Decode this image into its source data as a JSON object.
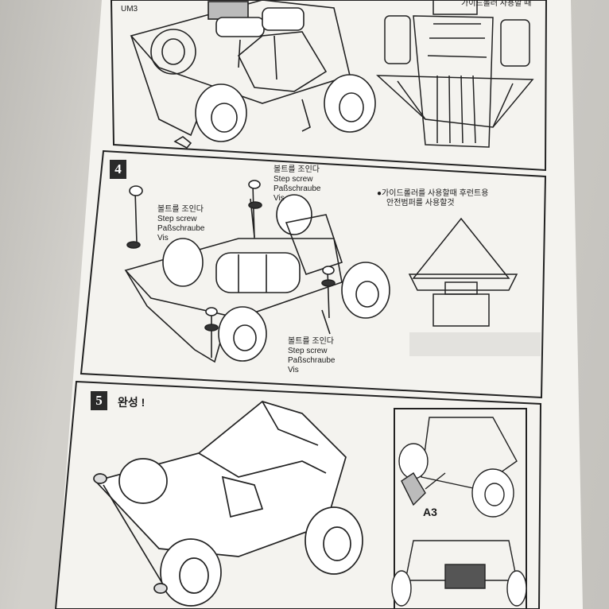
{
  "top": {
    "part_code": "UM3",
    "header_fragment": "가이드롤러 사용할 때"
  },
  "step4": {
    "number": "4",
    "label_top": [
      "볼트를 조인다",
      "Step screw",
      "Paßschraube",
      "Vis"
    ],
    "label_left": [
      "볼트를 조인다",
      "Step screw",
      "Paßschraube",
      "Vis"
    ],
    "label_bottom": [
      "볼트를 조인다",
      "Step screw",
      "Paßschraube",
      "Vis"
    ],
    "note": [
      "●가이드롤러를 사용할때 후런트용",
      "안전범퍼를 사용할것"
    ]
  },
  "step5": {
    "number": "5",
    "title": "완성 !",
    "part_label": "A3"
  },
  "colors": {
    "paper": "#f3f2ee",
    "ink": "#1a1a1a",
    "badge": "#2a2a2a"
  }
}
